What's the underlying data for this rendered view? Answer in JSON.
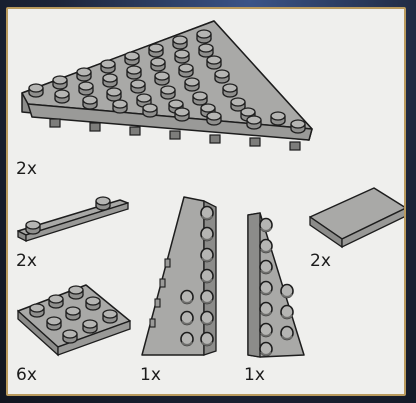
{
  "parts": [
    {
      "name": "wedge-plate-large",
      "quantity": "2x"
    },
    {
      "name": "plate-1x4",
      "quantity": "2x"
    },
    {
      "name": "plate-3x3",
      "quantity": "6x"
    },
    {
      "name": "wedge-plate-left",
      "quantity": "1x"
    },
    {
      "name": "wedge-plate-right",
      "quantity": "1x"
    },
    {
      "name": "tile-2x3",
      "quantity": "2x"
    }
  ],
  "colors": {
    "panel_background": "#efefed",
    "panel_border": "#b99a5d",
    "brick_gray": "#a3a3a1"
  }
}
